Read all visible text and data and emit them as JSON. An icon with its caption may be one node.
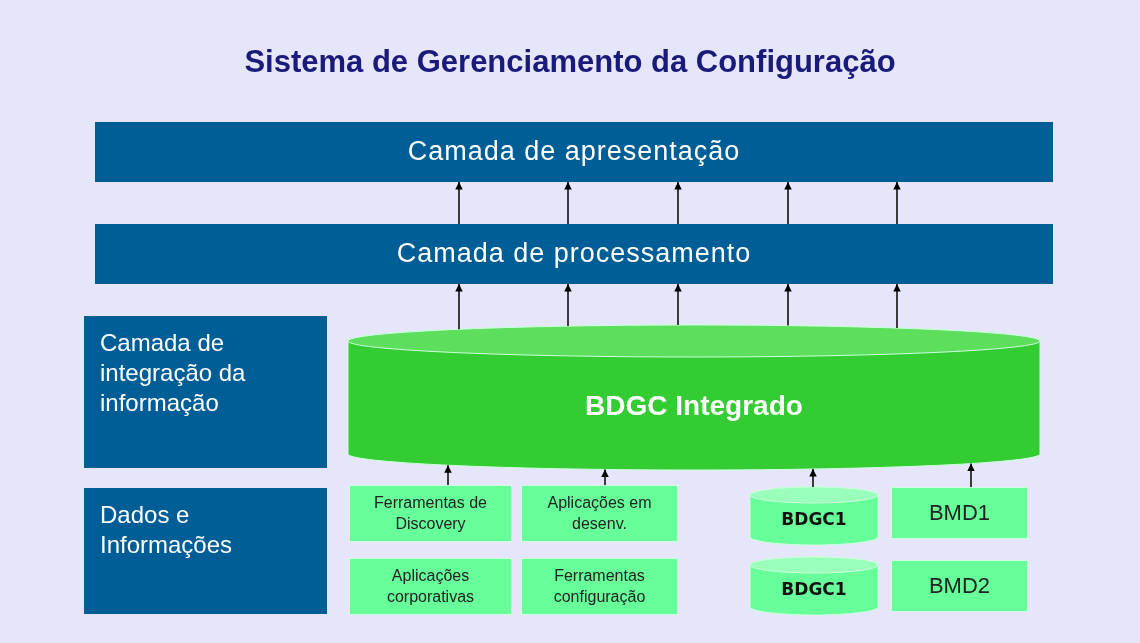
{
  "diagram": {
    "title": "Sistema de Gerenciamento da Configuração",
    "nodes": [
      {
        "text": [
          "Camada de apresentação"
        ]
      },
      {
        "text": [
          "Camada de processamento"
        ]
      },
      {
        "text": [
          "Camada de integração da informação"
        ]
      },
      {
        "text": [
          "BDGC Integrado"
        ]
      },
      {
        "text": [
          "Dados e Informações"
        ]
      },
      {
        "text": [
          "Ferramentas de Discovery"
        ]
      },
      {
        "text": [
          "Aplicações em desenv."
        ]
      },
      {
        "text": [
          "Aplicações corporativas"
        ]
      },
      {
        "text": [
          "Ferramentas configuração"
        ]
      },
      {
        "text": [
          "BDGC1"
        ]
      },
      {
        "text": [
          "BDGC1"
        ]
      },
      {
        "text": [
          "BMD1"
        ]
      },
      {
        "text": [
          "BMD2"
        ]
      }
    ],
    "edges": [
      {
        "from": 1,
        "to": 0,
        "arrow": "to"
      },
      {
        "from": 1,
        "to": 0,
        "arrow": "to"
      },
      {
        "from": 1,
        "to": 0,
        "arrow": "to"
      },
      {
        "from": 1,
        "to": 0,
        "arrow": "to"
      },
      {
        "from": 1,
        "to": 0,
        "arrow": "to"
      },
      {
        "from": 3,
        "to": 1,
        "arrow": "to"
      },
      {
        "from": 3,
        "to": 1,
        "arrow": "to"
      },
      {
        "from": 3,
        "to": 1,
        "arrow": "to"
      },
      {
        "from": 3,
        "to": 1,
        "arrow": "to"
      },
      {
        "from": 3,
        "to": 1,
        "arrow": "to"
      },
      {
        "from": 5,
        "to": 3,
        "arrow": "to"
      },
      {
        "from": 6,
        "to": 3,
        "arrow": "to"
      },
      {
        "from": 9,
        "to": 3,
        "arrow": "to"
      },
      {
        "from": 11,
        "to": 3,
        "arrow": "to"
      }
    ]
  }
}
